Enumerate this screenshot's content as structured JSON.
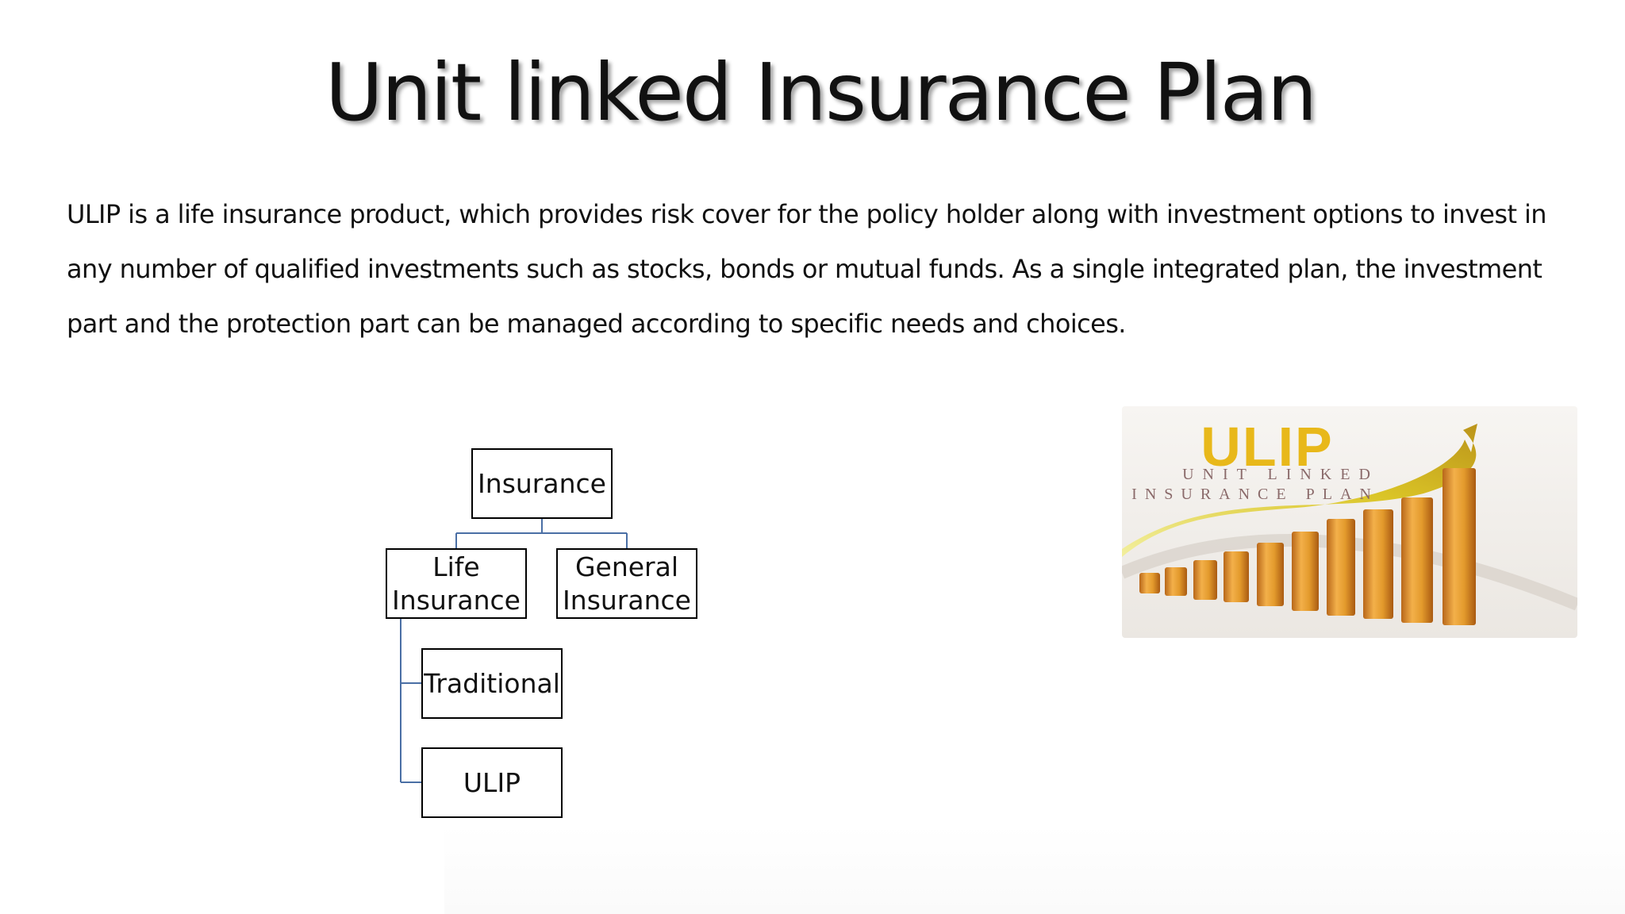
{
  "slide": {
    "title": "Unit linked Insurance Plan",
    "body_lines": [
      "ULIP is a life insurance product, which provides risk cover for the policy holder along with investment options to invest in",
      "any number of qualified investments such as stocks, bonds or mutual funds. As a single integrated plan, the investment",
      "part and the protection part can be managed according to specific needs and choices."
    ]
  },
  "org_chart": {
    "root": "Insurance",
    "life_line1": "Life",
    "life_line2": "Insurance",
    "general_line1": "General",
    "general_line2": "Insurance",
    "child_1": "Traditional",
    "child_2": "ULIP"
  },
  "ulip_image": {
    "headline": "ULIP",
    "subtitle_line1": "UNIT LINKED",
    "subtitle_line2": "INSURANCE PLAN"
  },
  "colors": {
    "text": "#111111",
    "connector": "#4a6fa5",
    "image_gold": "#e8b81a",
    "image_bar": "#d98a1e",
    "image_subtitle": "#8a6a6a"
  }
}
